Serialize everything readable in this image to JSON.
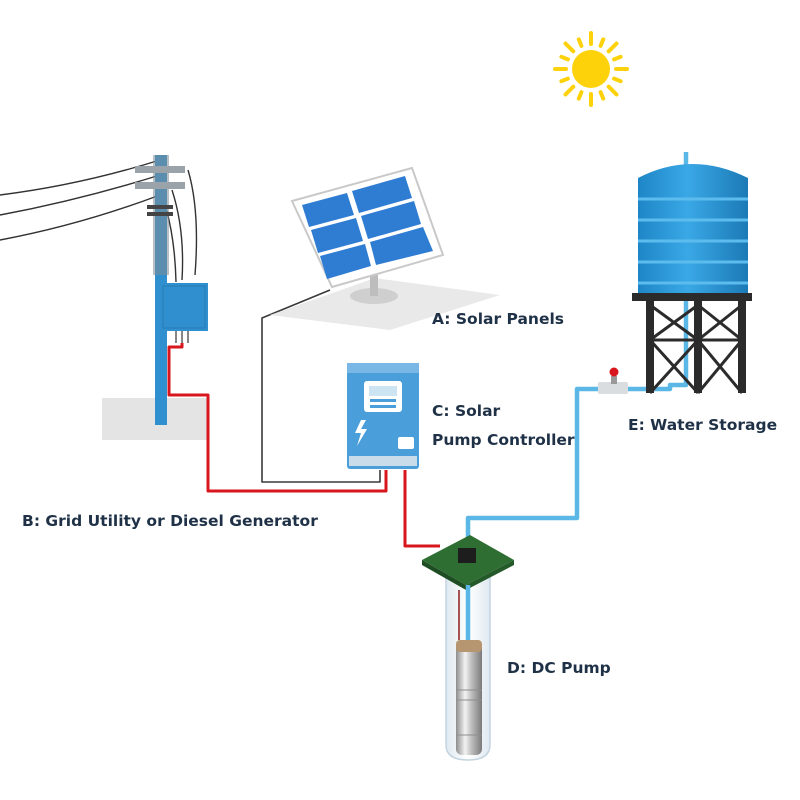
{
  "labels": {
    "a": "A: Solar Panels",
    "b": "B: Grid Utility or Diesel Generator",
    "c_line1": "C: Solar",
    "c_line2": "Pump Controller",
    "d": "D: DC Pump",
    "e": "E: Water Storage"
  },
  "colors": {
    "pole_blue": "#2f8fcf",
    "tank_blue": "#2a9ad8",
    "water_pipe": "#5bb7e6",
    "red_wire": "#d8161e",
    "black_wire": "#3a3a3a",
    "sun_yellow": "#fdd20a",
    "panel_blue": "#2f7dd3",
    "controller_blue": "#4a9ed9",
    "label_text": "#1f3146"
  }
}
